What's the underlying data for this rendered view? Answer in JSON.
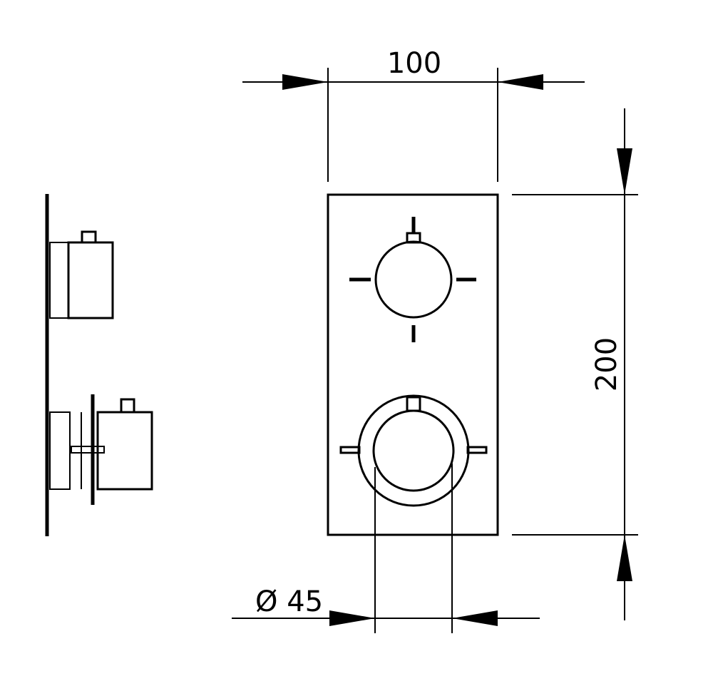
{
  "dimensions": {
    "width_label": "100",
    "height_label": "200",
    "diameter_label": "Ø 45"
  },
  "colors": {
    "line": "#000000",
    "background": "#ffffff"
  }
}
